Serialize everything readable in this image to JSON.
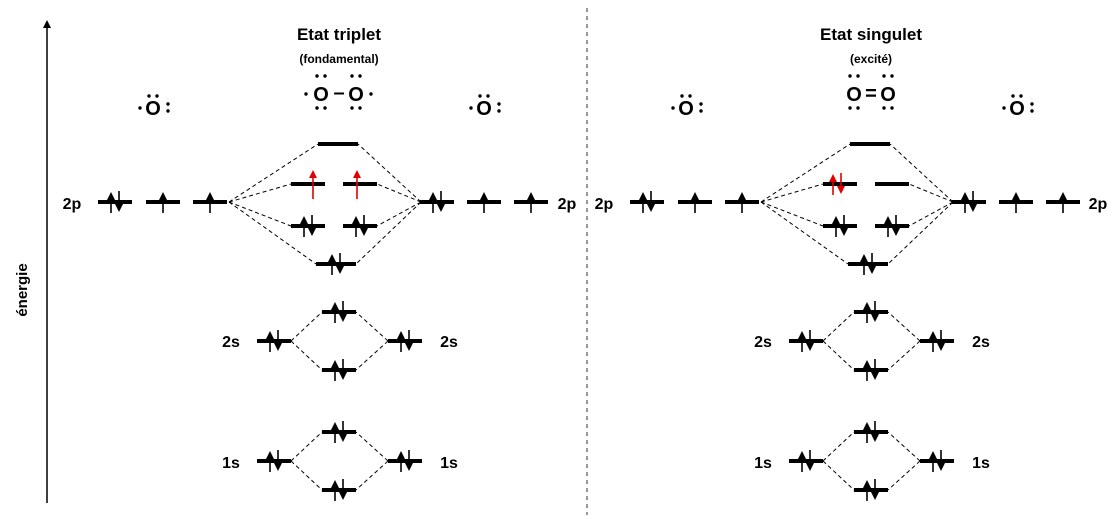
{
  "axis": {
    "label": "énergie"
  },
  "panels": [
    {
      "title": "Etat triplet",
      "subtitle": "(fondamental)",
      "molecule": {
        "left_atom": "O",
        "right_atom": "O",
        "bond": "single",
        "bond_symbol": "–"
      },
      "atom_symbol": "O",
      "pi_antibonding_config": "triplet",
      "labels": {
        "p_left": "2p",
        "p_right": "2p",
        "s2_left": "2s",
        "s2_right": "2s",
        "s1_left": "1s",
        "s1_right": "1s"
      }
    },
    {
      "title": "Etat singulet",
      "subtitle": "(excité)",
      "molecule": {
        "left_atom": "O",
        "right_atom": "O",
        "bond": "double",
        "bond_symbol": "="
      },
      "atom_symbol": "O",
      "pi_antibonding_config": "singlet",
      "labels": {
        "p_left": "2p",
        "p_right": "2p",
        "s2_left": "2s",
        "s2_right": "2s",
        "s1_left": "1s",
        "s1_right": "1s"
      }
    }
  ],
  "colors": {
    "line": "#000000",
    "highlight": "#e00000",
    "divider": "#555555"
  }
}
